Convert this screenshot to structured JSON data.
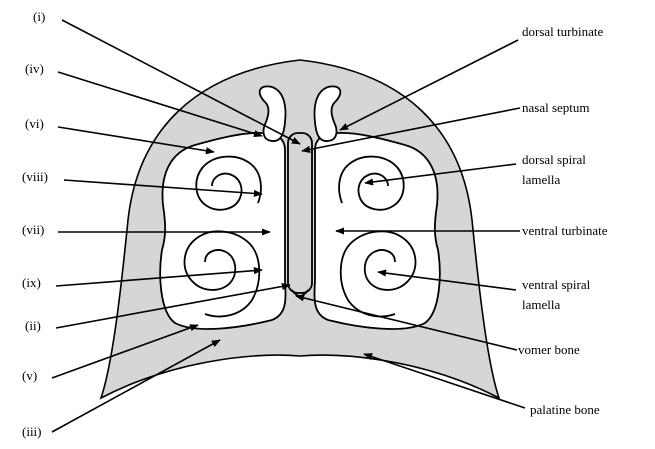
{
  "labels_left": [
    "(i)",
    "(iv)",
    "(vi)",
    "(viii)",
    "(vii)",
    "(ix)",
    "(ii)",
    "(v)",
    "(iii)"
  ],
  "labels_right": {
    "dorsal_turbinate": "dorsal turbinate",
    "nasal_septum": "nasal septum",
    "dorsal_spiral_lamella_line1": "dorsal spiral",
    "dorsal_spiral_lamella_line2": "lamella",
    "ventral_turbinate": "ventral turbinate",
    "ventral_spiral_lamella_line1": "ventral spiral",
    "ventral_spiral_lamella_line2": "lamella",
    "vomer_bone": "vomer bone",
    "palatine_bone": "palatine bone"
  },
  "colors": {
    "tissue_fill": "#d6d6d6",
    "cavity_fill": "#ffffff",
    "stroke": "#000000"
  }
}
